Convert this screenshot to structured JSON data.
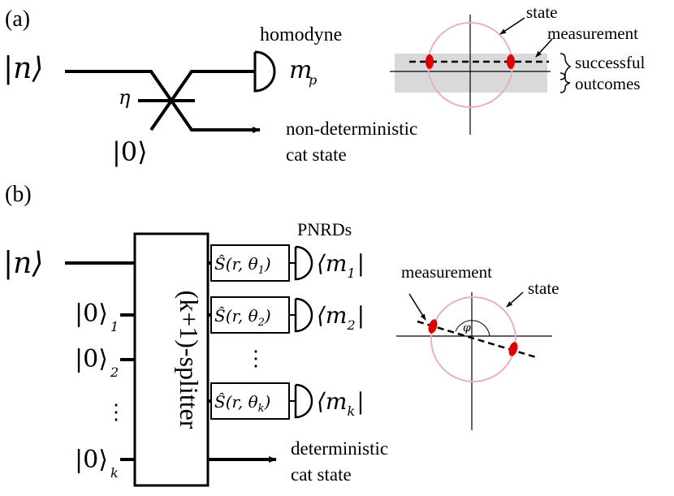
{
  "panel_a": {
    "label": "(a)",
    "input_state": "|n⟩",
    "vacuum_state": "|0⟩",
    "beamsplitter_label": "η",
    "detector_label": "homodyne",
    "outcome_label": "m",
    "outcome_sub": "p",
    "output_label_line1": "non-deterministic",
    "output_label_line2": "cat state",
    "phase_space": {
      "state_label": "state",
      "measurement_label": "measurement",
      "outcomes_line1": "successful",
      "outcomes_line2": "outcomes"
    }
  },
  "panel_b": {
    "label": "(b)",
    "input_state": "|n⟩",
    "vacuum_inputs": [
      {
        "ket": "|0⟩",
        "sub": "1"
      },
      {
        "ket": "|0⟩",
        "sub": "2"
      },
      {
        "ket": "|0⟩",
        "sub": "k"
      }
    ],
    "vacuum_dots": "⋮",
    "splitter_label": "(k+1)-splitter",
    "detector_label": "PNRDs",
    "squeezers": [
      {
        "op": "Ŝ(r, θ",
        "sub": "1",
        "close": ")",
        "outcome": "⟨m",
        "outcome_sub": "1",
        "outcome_close": "|"
      },
      {
        "op": "Ŝ(r, θ",
        "sub": "2",
        "close": ")",
        "outcome": "⟨m",
        "outcome_sub": "2",
        "outcome_close": "|"
      },
      {
        "op": "Ŝ(r, θ",
        "sub": "k",
        "close": ")",
        "outcome": "⟨m",
        "outcome_sub": "k",
        "outcome_close": "|"
      }
    ],
    "squeezer_dots": "⋮",
    "output_label_line1": "deterministic",
    "output_label_line2": "cat state",
    "phase_space": {
      "measurement_label": "measurement",
      "state_label": "state",
      "angle_label": "φ"
    }
  },
  "colors": {
    "circle": "#eab0c0",
    "blob": "#e00000",
    "band": "#d9d9d9",
    "ink": "#000000"
  }
}
